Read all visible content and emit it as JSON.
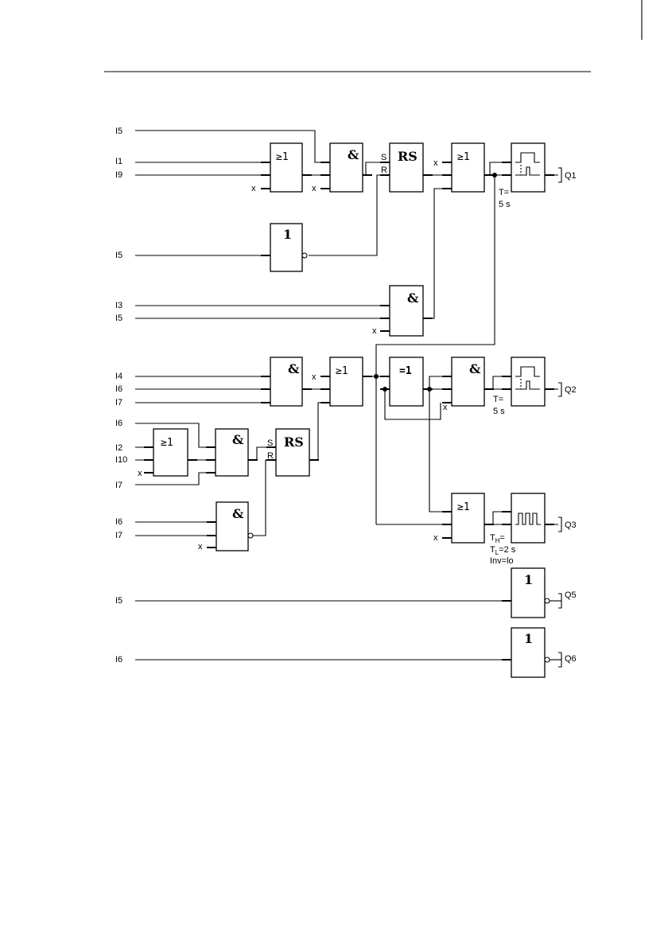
{
  "inputs": {
    "i5": "I5",
    "i1": "I1",
    "i9": "I9",
    "i3": "I3",
    "i4": "I4",
    "i6": "I6",
    "i7": "I7",
    "i2": "I2",
    "i10": "I10"
  },
  "outputs": {
    "q1": "Q1",
    "q2": "Q2",
    "q3": "Q3",
    "q5": "Q5",
    "q6": "Q6"
  },
  "pin": {
    "unused": "x",
    "set": "S",
    "reset": "R"
  },
  "gate_symbols": {
    "or": "≥1",
    "and": "&",
    "not": "1",
    "xor": "=1",
    "rs": "RS"
  },
  "timers": {
    "q1": {
      "line1": "T=",
      "line2": "5 s"
    },
    "q2": {
      "line1": "T=",
      "line2": "5 s"
    },
    "q3": {
      "line1_main": "T",
      "line1_sub": "H",
      "line1_rest": "=",
      "line2_main": "T",
      "line2_sub": "L",
      "line2_rest": "=2 s",
      "line3": "Inv=lo"
    }
  }
}
